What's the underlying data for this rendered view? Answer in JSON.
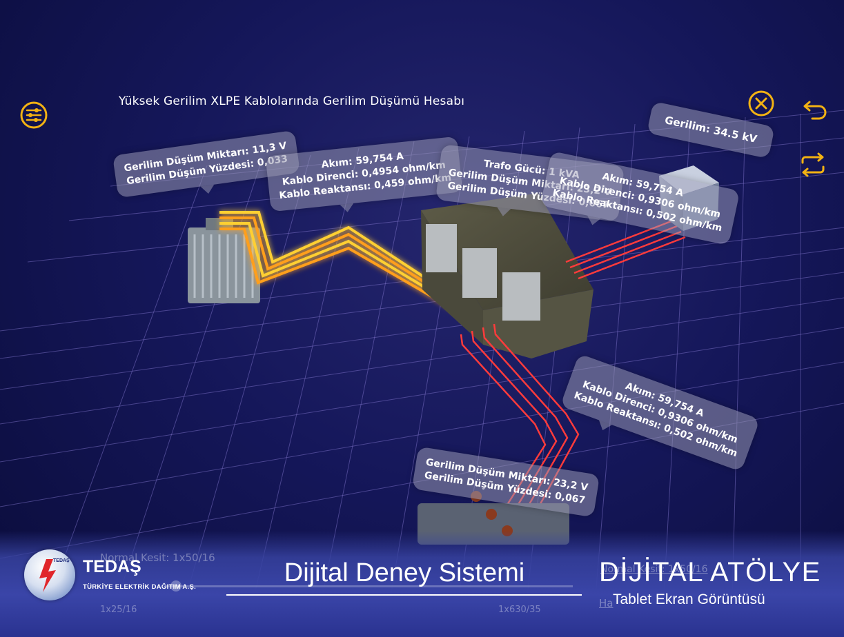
{
  "header": {
    "title": "Yüksek Gerilim XLPE Kablolarında Gerilim Düşümü Hesabı"
  },
  "icons": {
    "menu": "sliders-icon",
    "close": "close-circle-icon",
    "undo": "undo-icon",
    "swap": "swap-icon",
    "accent_color": "#f2b213"
  },
  "bubbles": {
    "transformer_left": {
      "line1": "Gerilim Düşüm Miktarı: 11,3 V",
      "line2": "Gerilim Düşüm Yüzdesi: 0,033"
    },
    "cable_left": {
      "line1": "Akım: 59,754 A",
      "line2": "Kablo Direnci: 0,4954 ohm/km",
      "line3": "Kablo Reaktansı: 0,459 ohm/km"
    },
    "substation": {
      "line1": "Trafo Gücü: 1 kVA",
      "line2": "Gerilim Düşüm Miktarı: 23,2 V",
      "line3": "Gerilim Düşüm Yüzdesi: 0,067"
    },
    "cable_right": {
      "line1": "Akım: 59,754 A",
      "line2": "Kablo Direnci: 0,9306 ohm/km",
      "line3": "Kablo Reaktansı: 0,502 ohm/km"
    },
    "source": {
      "line1": "Gerilim: 34.5 kV"
    },
    "cable_bottom": {
      "line1": "Akım: 59,754 A",
      "line2": "Kablo Direnci: 0,9306 ohm/km",
      "line3": "Kablo Reaktansı: 0,502 ohm/km"
    },
    "transformer_bottom": {
      "line1": "Gerilim Düşüm Miktarı: 23,2 V",
      "line2": "Gerilim Düşüm Yüzdesi: 0,067"
    }
  },
  "slider": {
    "normal_label": "Normal Kesit: 1x50/16",
    "min_label": "1x25/16",
    "max_label": "1x630/35",
    "normal_label_right": "Normal Kesit: 1x50/16",
    "hesapla_partial": "Ha"
  },
  "footer": {
    "logo_badge": "TEDAŞ",
    "company_name": "TEDAŞ",
    "company_full": "TÜRKİYE ELEKTRİK DAĞITIM A.Ş.",
    "system_title": "Dijital Deney Sistemi",
    "brand": "DİJİTAL ATÖLYE",
    "brand_sub": "Tablet Ekran Görüntüsü"
  }
}
